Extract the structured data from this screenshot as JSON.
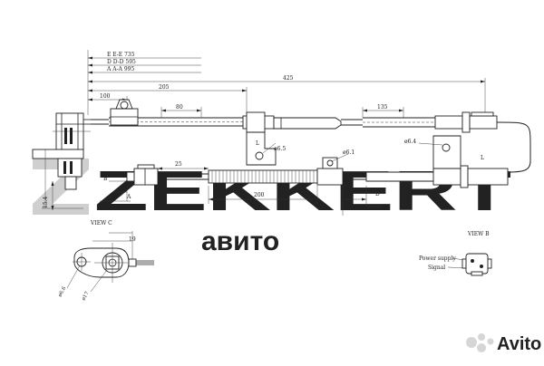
{
  "watermark": {
    "brand": "ZEKKERT",
    "site": "авито",
    "color": "#c8c8c8"
  },
  "dimensions": {
    "ee": "E E-E 735",
    "dd": "D D-D 595",
    "aa": "A A-A 995",
    "d425": "425",
    "d205": "205",
    "d100": "100",
    "d80": "80",
    "d135": "135",
    "d25": "25",
    "d200": "200",
    "d15_4": "15.4",
    "d19": "19",
    "dia6_5": "ø6.5",
    "dia6_1": "ø6.1",
    "dia6_4": "ø6.4",
    "dia6_6": "ø6.6",
    "dia17": "ø17"
  },
  "section_letters": {
    "A": "A",
    "B": "B",
    "C": "C",
    "D": "D",
    "E": "E",
    "L": "L"
  },
  "views": {
    "view_c": "VIEW C",
    "view_b": "VIEW B"
  },
  "labels": {
    "power_supply": "Power supply",
    "signal": "Signal"
  }
}
